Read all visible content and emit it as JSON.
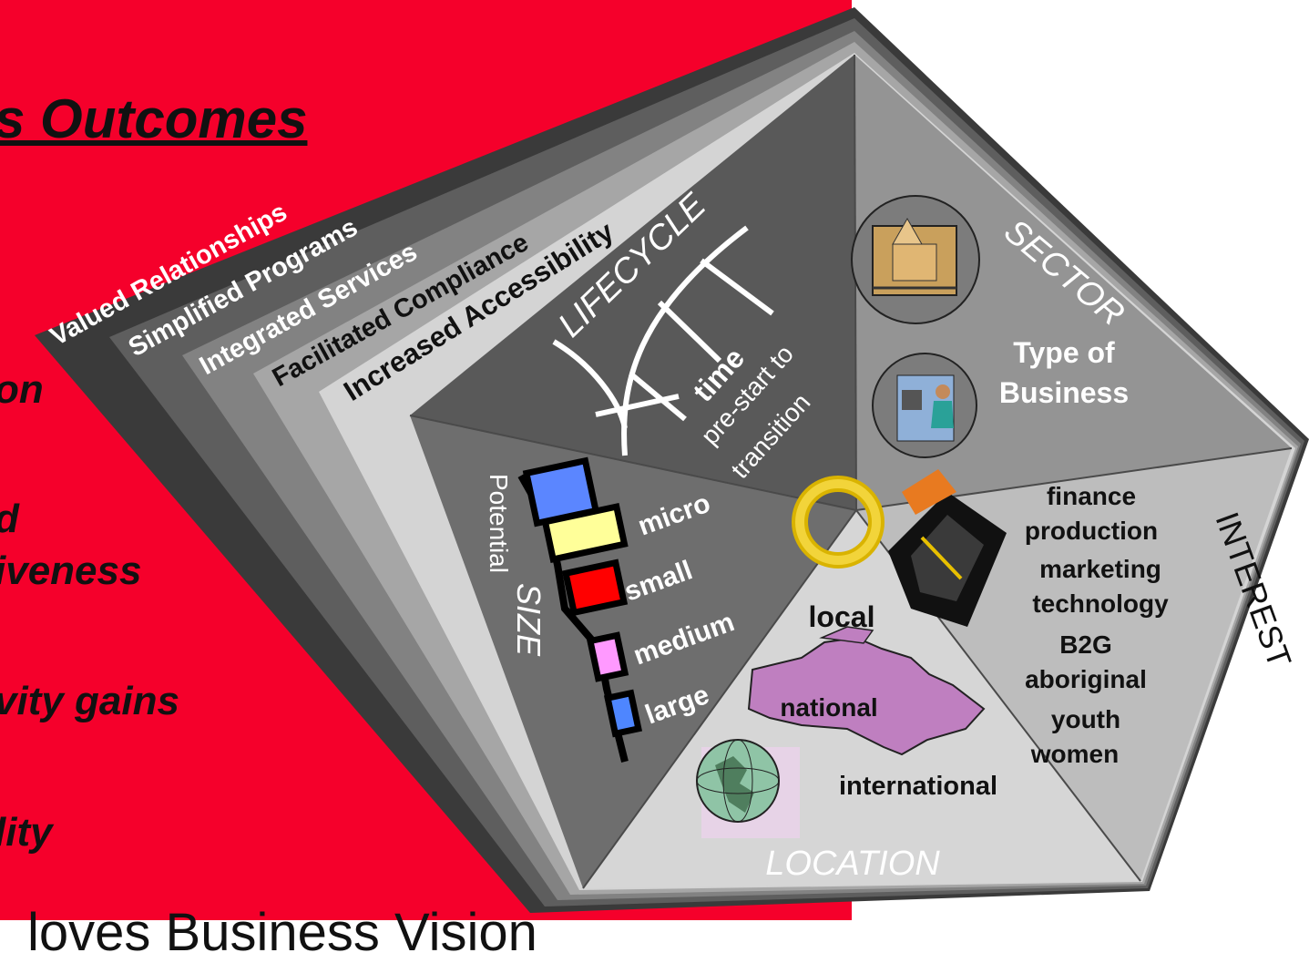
{
  "outcomes": {
    "title": "s Outcomes",
    "items": [
      "on",
      "d",
      "iveness",
      "vity gains",
      "lity"
    ]
  },
  "footer": {
    "text": "loves Business Vision"
  },
  "layers": [
    "Valued Relationships",
    "Simplified Programs",
    "Integrated Services",
    "Facilitated Compliance",
    "Increased Accessibility"
  ],
  "segments": {
    "lifecycle": {
      "title": "LIFECYCLE",
      "time_label": "time",
      "time_detail_1": "pre-start to",
      "time_detail_2": "transition"
    },
    "sector": {
      "title": "SECTOR",
      "subtitle_1": "Type of",
      "subtitle_2": "Business"
    },
    "interest": {
      "title": "INTEREST",
      "items": [
        "finance",
        "production",
        "marketing",
        "technology",
        "B2G",
        "aboriginal",
        "youth",
        "women"
      ]
    },
    "location": {
      "title": "LOCATION",
      "items": [
        "local",
        "national",
        "international"
      ]
    },
    "size": {
      "title": "SIZE",
      "subtitle": "Potential",
      "items": [
        "micro",
        "small",
        "medium",
        "large"
      ]
    }
  },
  "colors": {
    "red": "#f5002b",
    "size_micro": "#5b86ff",
    "size_small": "#ffff99",
    "size_medium": "#ff0000",
    "size_large": "#ff99ff",
    "size_last": "#4e86ff",
    "map": "#bf7fc0"
  },
  "icons": [
    "box-clipart-icon",
    "computer-user-clipart-icon",
    "cycle-arrows-icon",
    "tools-clipart-icon",
    "canada-map-icon",
    "globe-icon"
  ]
}
